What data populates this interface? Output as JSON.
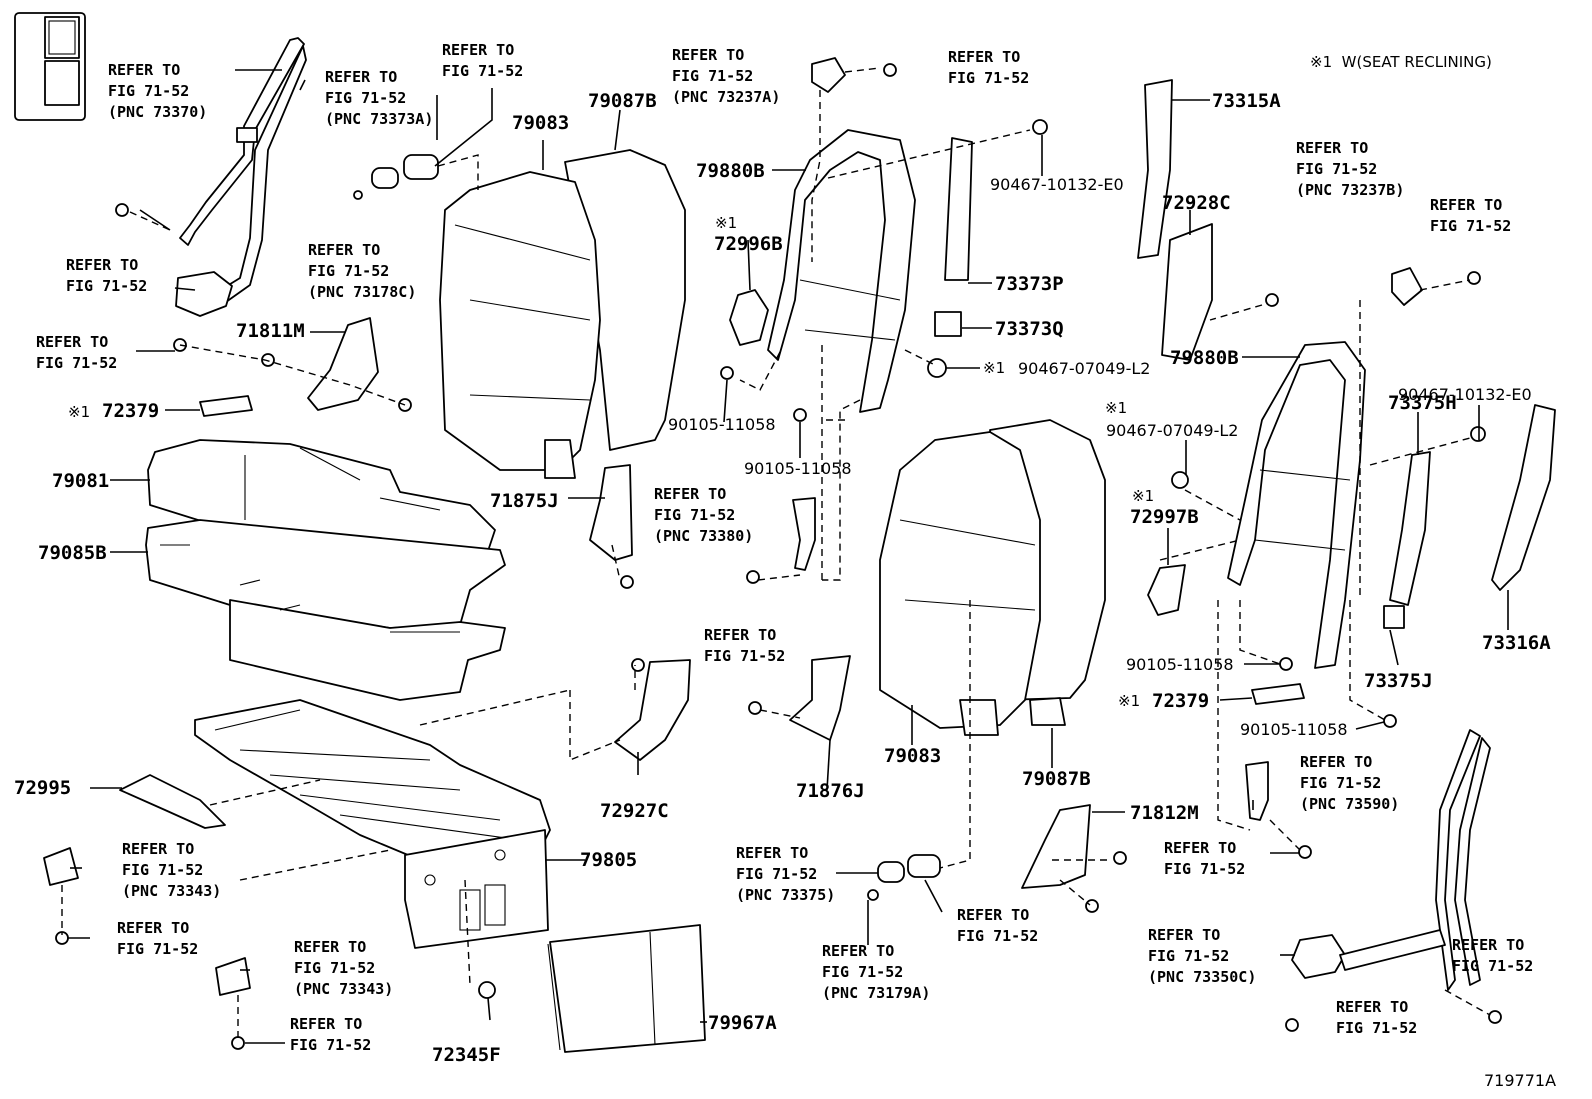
{
  "diagram_id": "719771A",
  "note": "※1  W(SEAT RECLINING)",
  "labels": {
    "ref_a": "REFER TO\nFIG 71-52\n(PNC 73370)",
    "ref_b": "REFER TO\nFIG 71-52",
    "ref_c": "REFER TO\nFIG 71-52",
    "ref_d": "REFER TO\nFIG 71-52\n(PNC 73373A)",
    "ref_e": "REFER TO\nFIG 71-52",
    "ref_f": "REFER TO\nFIG 71-52\n(PNC 73178C)",
    "ref_g": "REFER TO\nFIG 71-52\n(PNC 73237A)",
    "ref_h": "REFER TO\nFIG 71-52",
    "ref_i": "REFER TO\nFIG 71-52\n(PNC 73237B)",
    "ref_j": "REFER TO\nFIG 71-52",
    "ref_k": "REFER TO\nFIG 71-52\n(PNC 73380)",
    "ref_l": "REFER TO\nFIG 71-52",
    "ref_m": "REFER TO\nFIG 71-52\n(PNC 73343)",
    "ref_n": "REFER TO\nFIG 71-52",
    "ref_o": "REFER TO\nFIG 71-52\n(PNC 73343)",
    "ref_p": "REFER TO\nFIG 71-52",
    "ref_q": "REFER TO\nFIG 71-52\n(PNC 73375)",
    "ref_r": "REFER TO\nFIG 71-52\n(PNC 73179A)",
    "ref_s": "REFER TO\nFIG 71-52",
    "ref_t": "REFER TO\nFIG 71-52\n(PNC 73590)",
    "ref_u": "REFER TO\nFIG 71-52",
    "ref_v": "REFER TO\nFIG 71-52\n(PNC 73350C)",
    "ref_w": "REFER TO\nFIG 71-52",
    "ref_x": "REFER TO\nFIG 71-52"
  },
  "parts": {
    "p71811M": "71811M",
    "p72379a": "72379",
    "p79081": "79081",
    "p79085B": "79085B",
    "p79083a": "79083",
    "p79087Ba": "79087B",
    "p71875J": "71875J",
    "p72995": "72995",
    "p72927C": "72927C",
    "p79805": "79805",
    "p72345F": "72345F",
    "p79967A": "79967A",
    "p79880Ba": "79880B",
    "p72996B": "72996B",
    "p90105a": "90105-11058",
    "p90105b": "90105-11058",
    "p73315A": "73315A",
    "p90467a": "90467-10132-E0",
    "p72928C": "72928C",
    "p73373P": "73373P",
    "p73373Q": "73373Q",
    "p90467b": "90467-07049-L2",
    "p79880Bb": "79880B",
    "p90467c": "90467-10132-E0",
    "p90467d": "90467-07049-L2",
    "p73375H": "73375H",
    "p72997B": "72997B",
    "p73316A": "73316A",
    "p90105c": "90105-11058",
    "p73375J": "73375J",
    "p72379b": "72379",
    "p90105d": "90105-11058",
    "p71876J": "71876J",
    "p79083b": "79083",
    "p79087Bb": "79087B",
    "p71812M": "71812M"
  },
  "marks": {
    "m1": "※1",
    "m2": "※1",
    "m3": "※1",
    "m4": "※1",
    "m5": "※1",
    "m6": "※1"
  }
}
